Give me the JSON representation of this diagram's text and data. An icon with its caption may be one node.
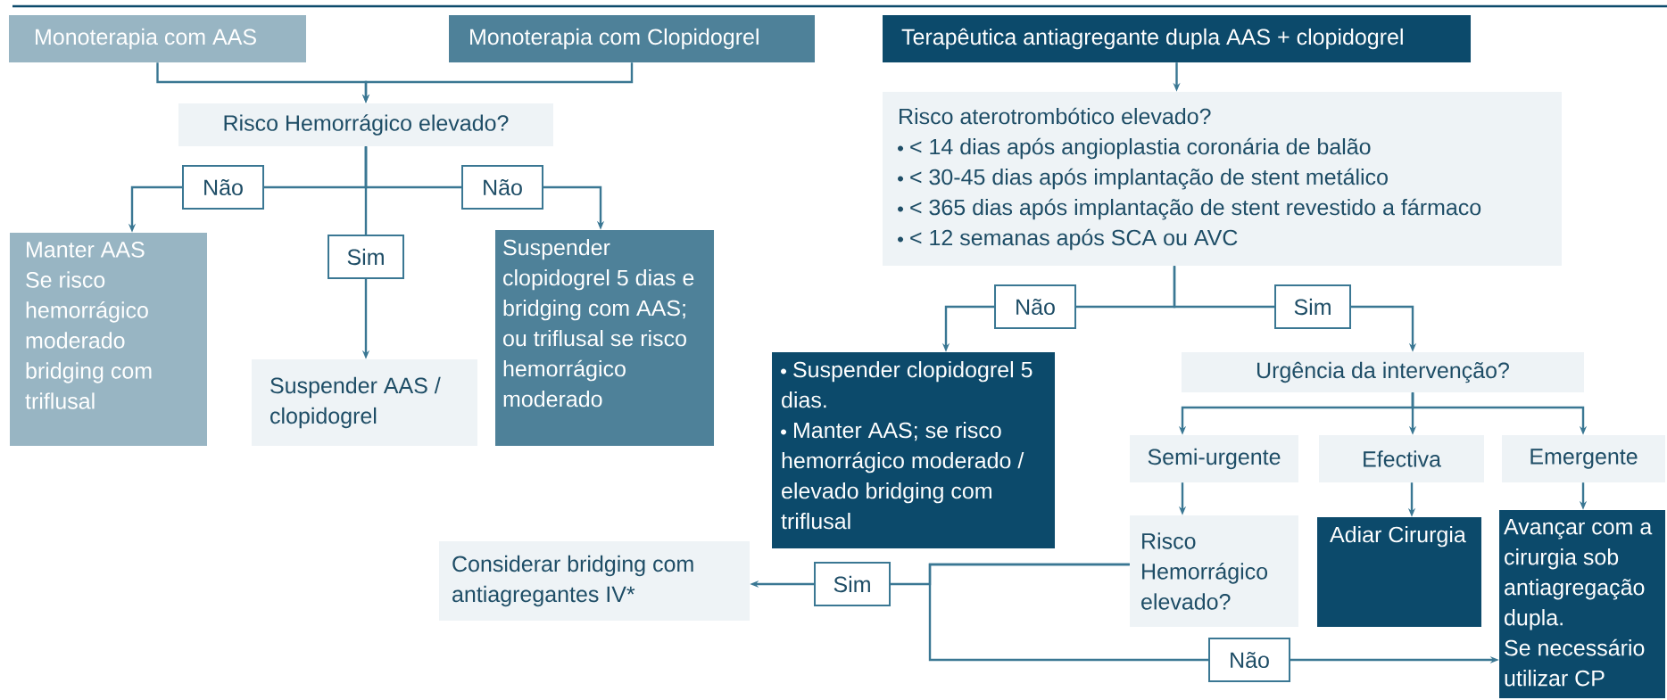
{
  "diagram": {
    "nodes": [
      {
        "text": [
          "Monoterapia com AAS"
        ]
      },
      {
        "text": [
          "Monoterapia com Clopidogrel"
        ]
      },
      {
        "text": [
          "Terapêutica antiagregante dupla AAS + clopidogrel"
        ]
      },
      {
        "text": [
          "Risco Hemorrágico elevado?"
        ]
      },
      {
        "text": [
          "Manter AAS",
          "Se risco hemorrágico moderado bridging com triflusal"
        ]
      },
      {
        "text": [
          "Suspender AAS / clopidogrel"
        ]
      },
      {
        "text": [
          "Suspender clopidogrel 5 dias e bridging com AAS; ou triflusal se risco hemorrágico moderado"
        ]
      },
      {
        "text": [
          "Risco aterotrombótico elevado?",
          "< 14 dias após angioplastia coronária de balão",
          "< 30-45 dias após implantação de stent metálico",
          "< 365 dias após implantação de stent revestido a fármaco",
          "< 12 semanas após SCA ou AVC"
        ]
      },
      {
        "text": [
          "Suspender clopidogrel 5 dias.",
          "Manter AAS; se risco hemorrágico moderado / elevado bridging com triflusal"
        ]
      },
      {
        "text": [
          "Urgência da intervenção?"
        ]
      },
      {
        "text": [
          "Semi-urgente"
        ]
      },
      {
        "text": [
          "Efectiva"
        ]
      },
      {
        "text": [
          "Emergente"
        ]
      },
      {
        "text": [
          "Risco Hemorrágico elevado?"
        ]
      },
      {
        "text": [
          "Adiar Cirurgia"
        ]
      },
      {
        "text": [
          "Avançar com a cirurgia sob antiagregação dupla.",
          "Se necessário utilizar CP"
        ]
      },
      {
        "text": [
          "Considerar bridging com antiagregantes IV*"
        ]
      }
    ],
    "edges": [
      {
        "from": 0,
        "to": 3,
        "arrow": "to"
      },
      {
        "from": 1,
        "to": 3,
        "arrow": "to"
      },
      {
        "from": 2,
        "to": 7,
        "arrow": "to"
      },
      {
        "from": 3,
        "to": 4,
        "arrow": "to",
        "label": "Não"
      },
      {
        "from": 3,
        "to": 5,
        "arrow": "to",
        "label": "Sim"
      },
      {
        "from": 3,
        "to": 6,
        "arrow": "to",
        "label": "Não"
      },
      {
        "from": 7,
        "to": 8,
        "arrow": "to",
        "label": "Não"
      },
      {
        "from": 7,
        "to": 9,
        "arrow": "to",
        "label": "Sim"
      },
      {
        "from": 9,
        "to": 10,
        "arrow": "to"
      },
      {
        "from": 9,
        "to": 11,
        "arrow": "to"
      },
      {
        "from": 9,
        "to": 12,
        "arrow": "to"
      },
      {
        "from": 10,
        "to": 13,
        "arrow": "to"
      },
      {
        "from": 11,
        "to": 14,
        "arrow": "to"
      },
      {
        "from": 12,
        "to": 15,
        "arrow": "to"
      },
      {
        "from": 13,
        "to": 16,
        "arrow": "to",
        "label": "Sim"
      },
      {
        "from": 13,
        "to": 15,
        "arrow": "to",
        "label": "Não"
      }
    ]
  }
}
